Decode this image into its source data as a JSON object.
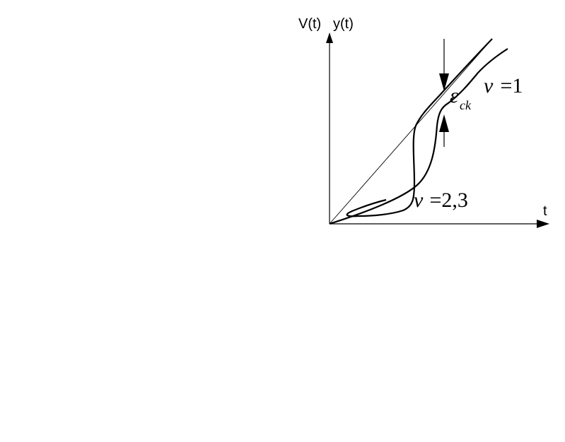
{
  "axes": {
    "y_label": "V(t)",
    "y_label_2": "y(t)",
    "x_label": "t"
  },
  "annotations": {
    "epsilon_symbol": "ε",
    "epsilon_subscript": "ck",
    "curve1_symbol": "ν",
    "curve1_value": " =1",
    "curve23_symbol": "ν",
    "curve23_value": " =2,3"
  },
  "colors": {
    "ink": "#000000",
    "background": "#ffffff"
  }
}
